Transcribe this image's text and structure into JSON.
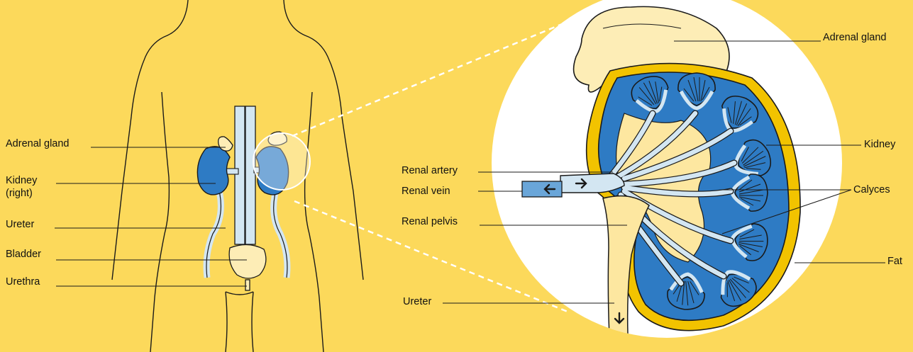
{
  "colors": {
    "background": "#FCD95B",
    "kidney_blue": "#2E7BC4",
    "vessel_pale_blue": "#D3E6F2",
    "adrenal_cream": "#FDEDB6",
    "pelvis_cream": "#FDE7A0",
    "fat_yellow": "#F2C300",
    "outline": "#1A1A1A",
    "magnifier_white": "#FFFFFF"
  },
  "icons": {
    "flow_in": "arrow-right-icon",
    "flow_out": "arrow-left-icon",
    "flow_down": "arrow-down-icon"
  },
  "labels": {
    "left": {
      "adrenal_gland": "Adrenal gland",
      "kidney_right": "Kidney\n(right)",
      "ureter": "Ureter",
      "bladder": "Bladder",
      "urethra": "Urethra"
    },
    "right": {
      "adrenal_gland": "Adrenal gland",
      "kidney": "Kidney",
      "renal_artery": "Renal artery",
      "renal_vein": "Renal vein",
      "calyces": "Calyces",
      "renal_pelvis": "Renal pelvis",
      "fat": "Fat",
      "ureter": "Ureter"
    }
  }
}
